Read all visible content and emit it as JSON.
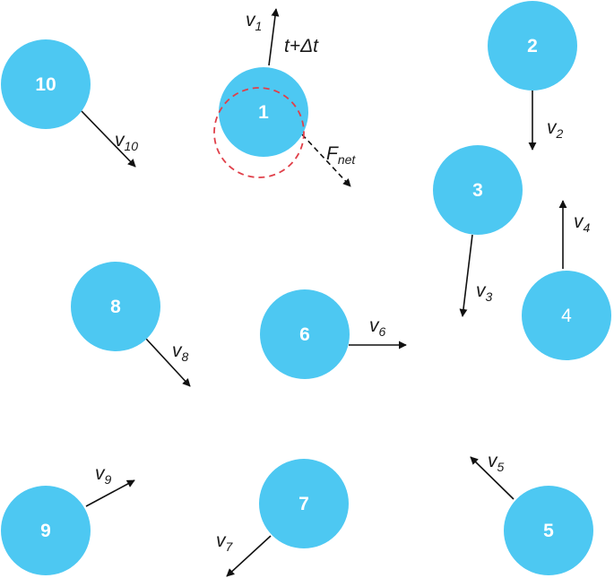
{
  "particle_color": "#4dc8f2",
  "ghost_color": "#e0404a",
  "particles": [
    {
      "id": "1",
      "label": "1",
      "v_label": "v",
      "v_sub": "1"
    },
    {
      "id": "2",
      "label": "2",
      "v_label": "v",
      "v_sub": "2"
    },
    {
      "id": "3",
      "label": "3",
      "v_label": "v",
      "v_sub": "3"
    },
    {
      "id": "4",
      "label": "4",
      "v_label": "v",
      "v_sub": "4"
    },
    {
      "id": "5",
      "label": "5",
      "v_label": "v",
      "v_sub": "5"
    },
    {
      "id": "6",
      "label": "6",
      "v_label": "v",
      "v_sub": "6"
    },
    {
      "id": "7",
      "label": "7",
      "v_label": "v",
      "v_sub": "7"
    },
    {
      "id": "8",
      "label": "8",
      "v_label": "v",
      "v_sub": "8"
    },
    {
      "id": "9",
      "label": "9",
      "v_label": "v",
      "v_sub": "9"
    },
    {
      "id": "10",
      "label": "10",
      "v_label": "v",
      "v_sub": "10"
    }
  ],
  "time_label": "t+Δt",
  "force_label": "F",
  "force_sub": "net"
}
